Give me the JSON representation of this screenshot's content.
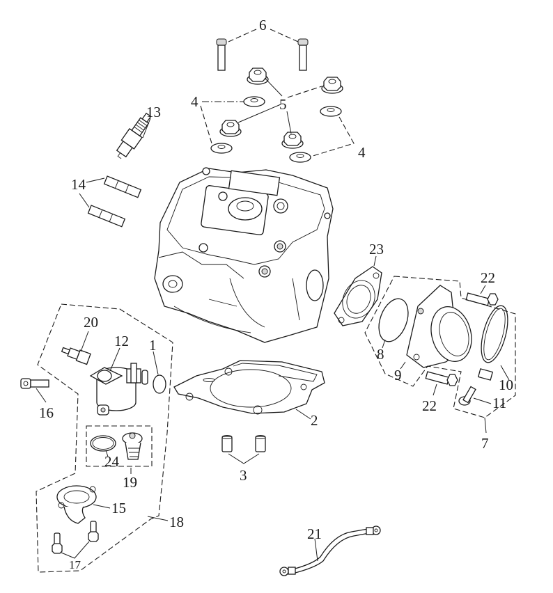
{
  "diagram": {
    "type": "exploded-parts-diagram",
    "subject": "engine cylinder head assembly",
    "callouts": [
      {
        "id": "c1",
        "number": "1",
        "part": "o-ring"
      },
      {
        "id": "c2",
        "number": "2",
        "part": "cylinder-head-gasket"
      },
      {
        "id": "c3",
        "number": "3",
        "part": "dowel-pins"
      },
      {
        "id": "c4a",
        "number": "4",
        "part": "washers"
      },
      {
        "id": "c4b",
        "number": "4",
        "part": "washers"
      },
      {
        "id": "c5",
        "number": "5",
        "part": "flange-nuts"
      },
      {
        "id": "c6",
        "number": "6",
        "part": "socket-head-bolts"
      },
      {
        "id": "c7",
        "number": "7",
        "part": "intake-manifold-assembly"
      },
      {
        "id": "c8",
        "number": "8",
        "part": "o-ring"
      },
      {
        "id": "c9",
        "number": "9",
        "part": "intake-manifold"
      },
      {
        "id": "c10",
        "number": "10",
        "part": "hose-clamp"
      },
      {
        "id": "c11",
        "number": "11",
        "part": "clamp-screw"
      },
      {
        "id": "c12",
        "number": "12",
        "part": "thermostat-housing"
      },
      {
        "id": "c13",
        "number": "13",
        "part": "spark-plug"
      },
      {
        "id": "c14",
        "number": "14",
        "part": "dowel-pins"
      },
      {
        "id": "c15",
        "number": "15",
        "part": "thermostat-cover"
      },
      {
        "id": "c16",
        "number": "16",
        "part": "bolt"
      },
      {
        "id": "c17",
        "number": "17",
        "part": "bolts"
      },
      {
        "id": "c18",
        "number": "18",
        "part": "thermostat-assembly"
      },
      {
        "id": "c19",
        "number": "19",
        "part": "thermostat-kit"
      },
      {
        "id": "c20",
        "number": "20",
        "part": "temperature-sensor"
      },
      {
        "id": "c21",
        "number": "21",
        "part": "ground-cable"
      },
      {
        "id": "c22a",
        "number": "22",
        "part": "flange-bolt"
      },
      {
        "id": "c22b",
        "number": "22",
        "part": "flange-bolt"
      },
      {
        "id": "c23",
        "number": "23",
        "part": "insulator-gasket"
      },
      {
        "id": "c24",
        "number": "24",
        "part": "thermostat-seal"
      }
    ]
  }
}
